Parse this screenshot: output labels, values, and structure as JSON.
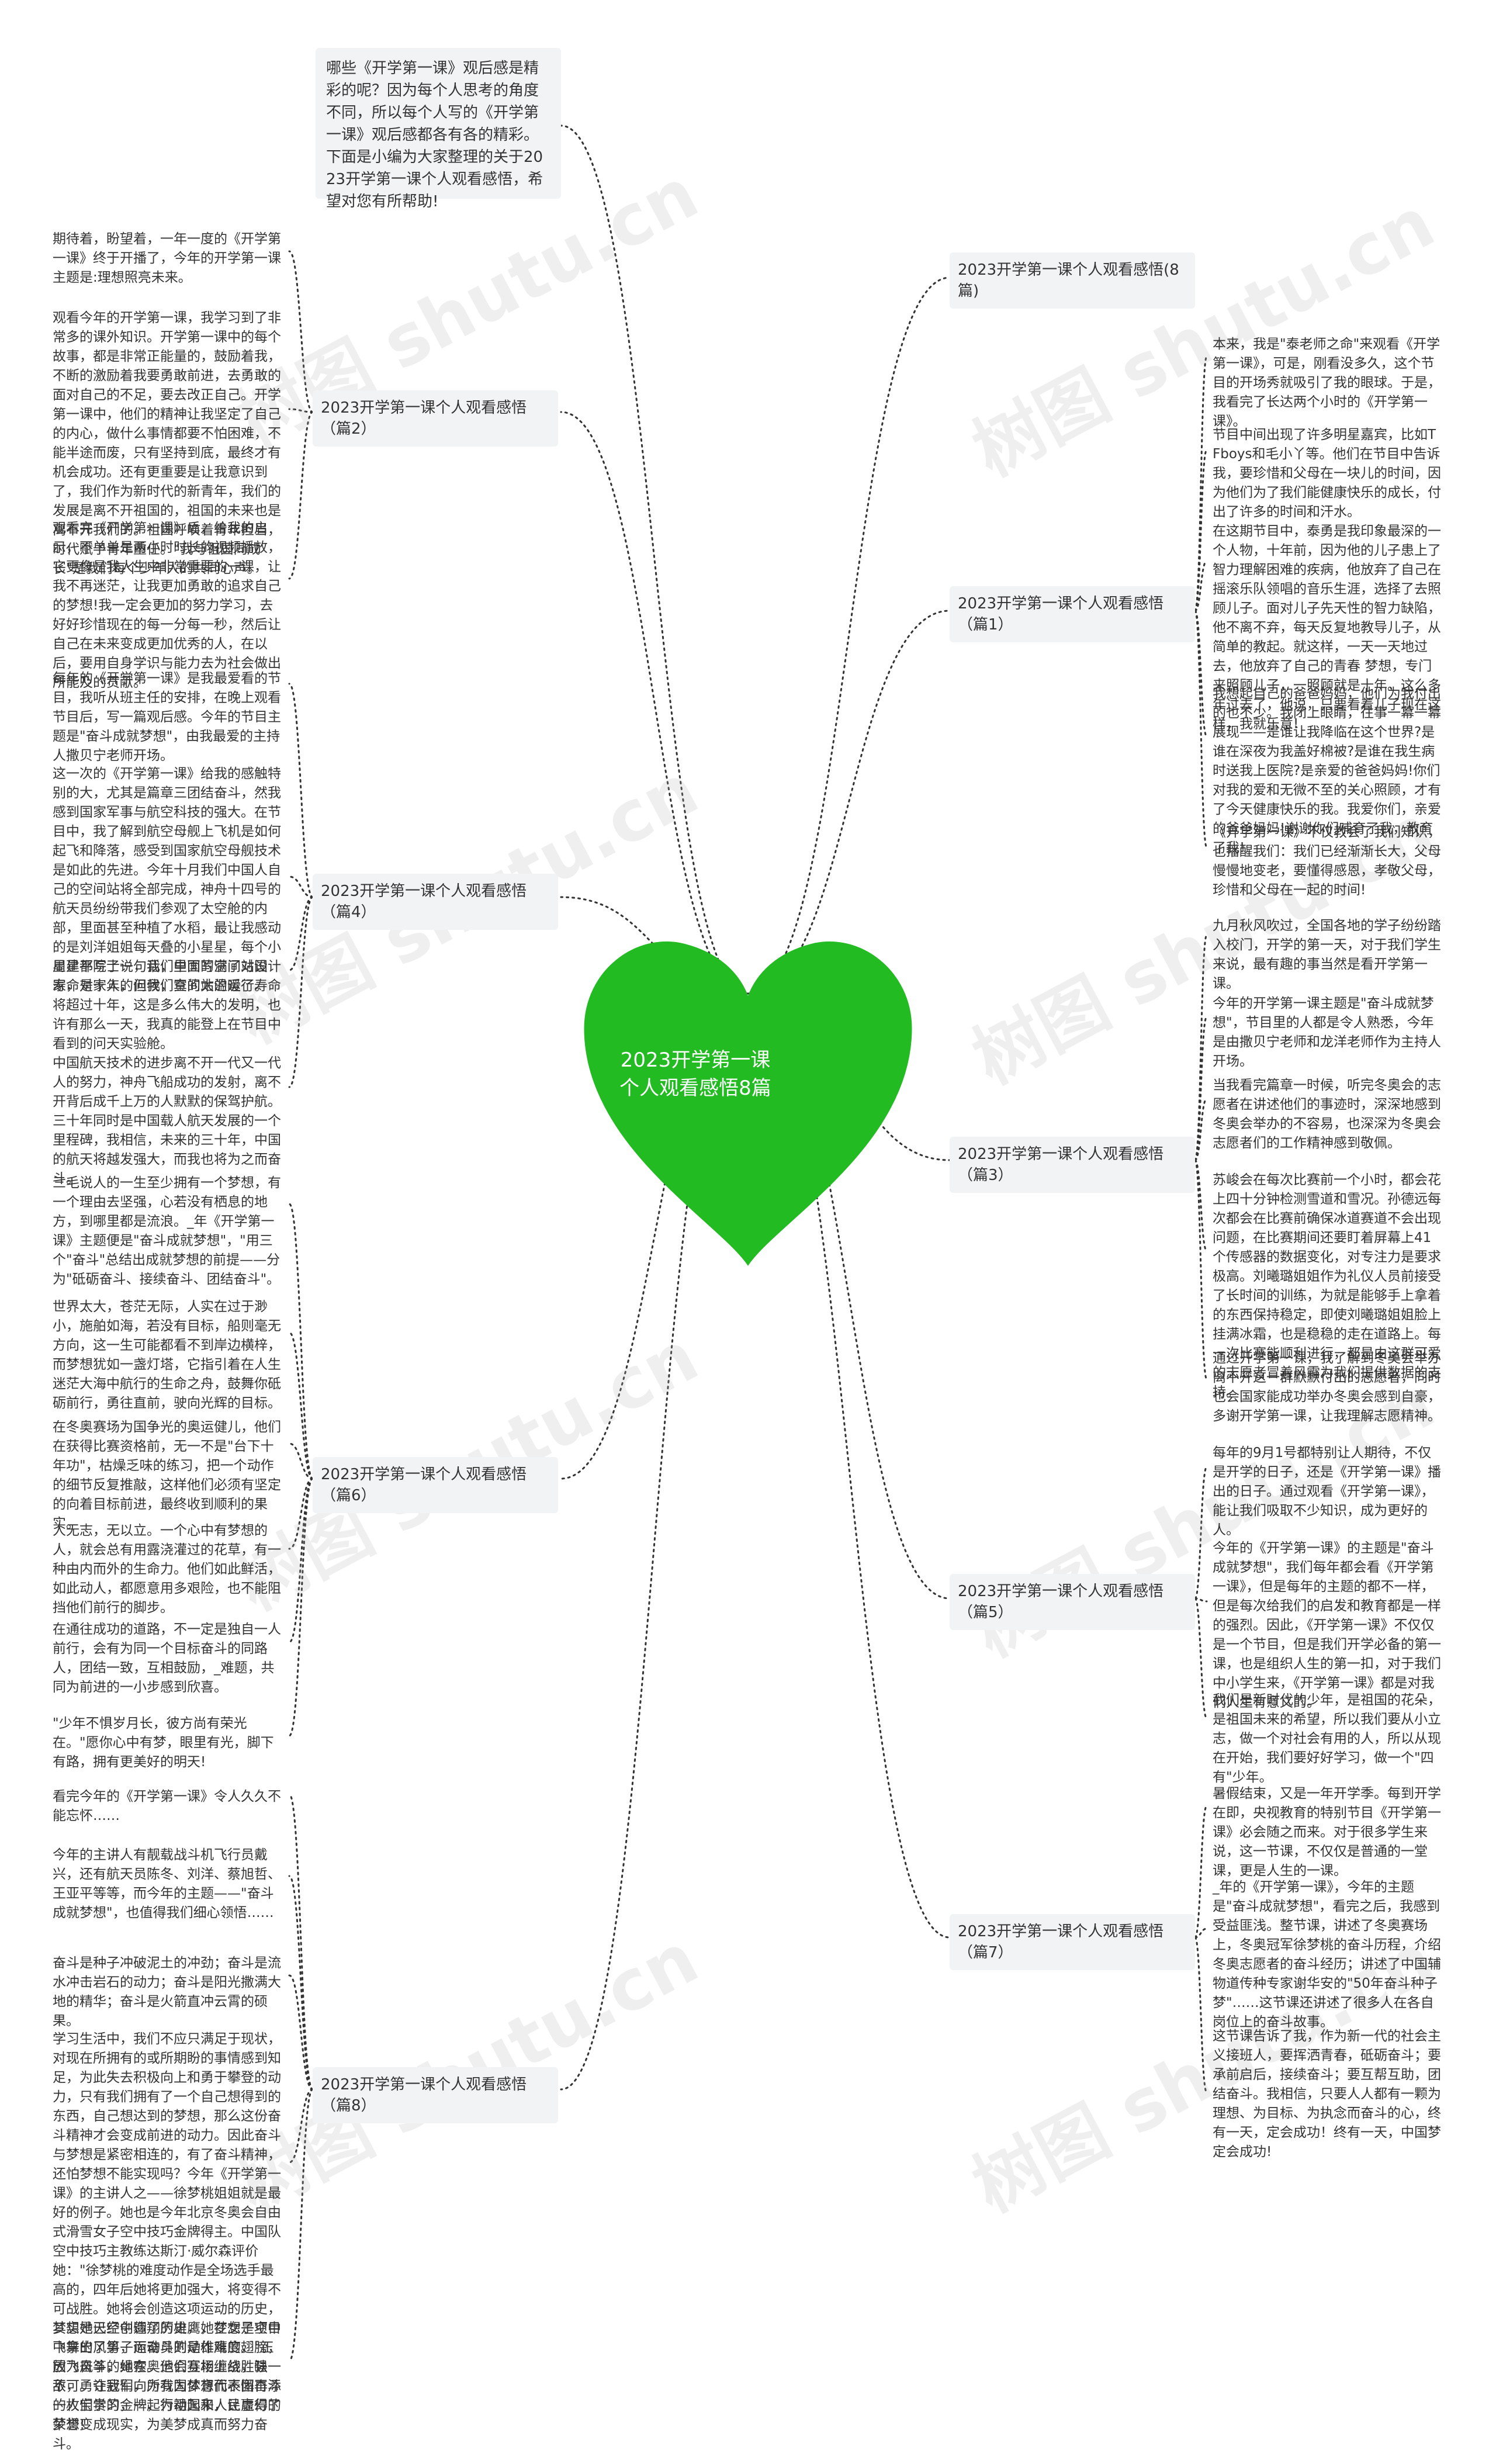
{
  "center": {
    "label": "2023开学第一课个人观看感悟8篇",
    "color": "#22bb22"
  },
  "watermark": "树图 shutu.cn",
  "intro": "哪些《开学第一课》观后感是精彩的呢？因为每个人思考的角度不同，所以每个人写的《开学第一课》观后感都各有各的精彩。下面是小编为大家整理的关于2023开学第一课个人观看感悟，希望对您有所帮助!",
  "branches": {
    "b8": "2023开学第一课个人观看感悟(8篇)",
    "p1": "2023开学第一课个人观看感悟（篇1）",
    "p2": "2023开学第一课个人观看感悟（篇2）",
    "p3": "2023开学第一课个人观看感悟（篇3）",
    "p4": "2023开学第一课个人观看感悟（篇4）",
    "p5": "2023开学第一课个人观看感悟（篇5）",
    "p6": "2023开学第一课个人观看感悟（篇6）",
    "p7": "2023开学第一课个人观看感悟（篇7）",
    "p8": "2023开学第一课个人观看感悟（篇8）"
  },
  "leaves": {
    "p2": [
      "期待着，盼望着，一年一度的《开学第一课》终于开播了，今年的开学第一课主题是:理想照亮未来。",
      "观看今年的开学第一课，我学习到了非常多的课外知识。开学第一课中的每个故事，都是非常正能量的，鼓励着我，不断的激励着我要勇敢前进，去勇敢的面对自己的不足，要去改正自己。开学第一课中，他们的精神让我坚定了自己的内心，做什么事情都要不怕困难，不能半途而废，只有坚持到底，最终才有机会成功。还有更重要是让我意识到了，我们作为新时代的新青年，我们的发展是离不开祖国的，祖国的未来也是离不开我们的。祖国呼唤着青年担当，时代赋予青年重任。\"我与祖国同成长\"是我们每个少年人的共同心声。",
      "观看完《开学第一课》后，给我的启示，不单单是两小时时长的视频播放，它更像是我人生中非常重要的一课，让我不再迷茫，让我更加勇敢的追求自己的梦想!我一定会更加的努力学习，去好好珍惜现在的每一分每一秒，然后让自己在未来变成更加优秀的人，在以后，要用自身学识与能力去为社会做出所能及的贡献。"
    ],
    "p4": [
      "每年的《开学第一课》是我最爱看的节目，我听从班主任的安排，在晚上观看节目后，写一篇观后感。今年的节目主题是\"奋斗成就梦想\"，由我最爱的主持人撒贝宁老师开场。",
      "这一次的《开学第一课》给我的感触特别的大，尤其是篇章三团结奋斗，然我感到国家军事与航空科技的强大。在节目中，我了解到航空母舰上飞机是如何起飞和降落，感受到国家航空母舰技术是如此的先进。今年十月我们中国人自己的空间站将全部完成，神舟十四号的航天员纷纷带我们参观了太空舱的内部，里面甚至种植了水稻，最让我感动的是刘洋姐姐每天叠的小星星，每个小星星都写了一句话，里面写满了对国家，对家人的问候，真的太温暖了。",
      "周建平院士说，我们中国的空间站设计寿命是十年，但我们空间站的运行寿命将超过十年，这是多么伟大的发明，也许有那么一天，我真的能登上在节目中看到的问天实验舱。",
      "中国航天技术的进步离不开一代又一代人的努力，神舟飞船成功的发射，离不开背后成千上万的人默默的保驾护航。三十年同时是中国载人航天发展的一个里程碑，我相信，未来的三十年，中国的航天将越发强大，而我也将为之而奋斗。"
    ],
    "p6": [
      "三毛说人的一生至少拥有一个梦想，有一个理由去坚强，心若没有栖息的地方，到哪里都是流浪。_年《开学第一课》主题便是\"奋斗成就梦想\"，\"用三个\"奋斗\"总结出成就梦想的前提——分为\"砥砺奋斗、接续奋斗、团结奋斗\"。",
      "世界太大，苍茫无际，人实在过于渺小，施舶如海，若没有目标，船则毫无方向，这一生可能都看不到岸边横梓，而梦想犹如一盏灯塔，它指引着在人生迷茫大海中航行的生命之舟，鼓舞你砥砺前行，勇往直前，驶向光辉的目标。",
      "在冬奥赛场为国争光的奥运健儿，他们在获得比赛资格前，无一不是\"台下十年功\"，枯燥乏味的练习，把一个动作的细节反复推敲，这样他们必须有坚定的向着目标前进，最终收到顺利的果实。",
      "人无志，无以立。一个心中有梦想的人，就会总有用露浇灌过的花草，有一种由内而外的生命力。他们如此鲜活，如此动人，都愿意用多艰险，也不能阻挡他们前行的脚步。",
      "在通往成功的道路，不一定是独自一人前行，会有为同一个目标奋斗的同路人，团结一致，互相鼓励，_难题，共同为前进的一小步感到欣喜。",
      "\"少年不惧岁月长，彼方尚有荣光在。\"愿你心中有梦，眼里有光，脚下有路，拥有更美好的明天!"
    ],
    "p8": [
      "看完今年的《开学第一课》令人久久不能忘怀……",
      "今年的主讲人有靓载战斗机飞行员戴兴，还有航天员陈冬、刘洋、蔡旭哲、王亚平等等，而今年的主题——\"奋斗成就梦想\"，也值得我们细心领悟……",
      "奋斗是种子冲破泥土的冲劲；奋斗是流水冲击岩石的动力；奋斗是阳光撒满大地的精华；奋斗是火箭直冲云霄的硕果。",
      "学习生活中，我们不应只满足于现状，对现在所拥有的或所期盼的事情感到知足，为此失去积极向上和勇于攀登的动力，只有我们拥有了一个自己想得到的东西，自己想达到的梦想，那么这份奋斗精神才会变成前进的动力。因此奋斗与梦想是紧密相连的，有了奋斗精神，还怕梦想不能实现吗？今年《开学第一课》的主讲人之——徐梦桃姐姐就是最好的例子。她也是今年北京冬奥会自由式滑雪女子空中技巧金牌得主。中国队空中技巧主教练达斯汀·威尔森评价她：\"徐梦桃的难度动作是全场选手最高的，四年后她将更加强大，将变得不可战胜。她将会创造这项运动的历史，其实她已经创造了历史，她在女子项目中拿出了男子运动员的动作难度。\"正因为奋斗，她在奥运会赛场上战胜强敌，勇夺冠军，为我国体育代表团再添一枚宝贵的金牌，为祖国和人民赢得了荣誉!",
      "梦想是天空中翱翔的雄鹰，梦想是空中飞舞的风筝，而奋斗则是雄鹰的翅膀，放飞风筝的绳索。他们互相缠绕，缺一不可。让我们向所有为梦想而不懈奋斗的人们学习，一起行动起来，让虚幻的梦想变成现实，为美梦成真而努力奋斗。"
    ],
    "p1": [
      "本来，我是\"泰老师之命\"来观看《开学第一课》，可是，刚看没多久，这个节目的开场秀就吸引了我的眼球。于是，我看完了长达两个小时的《开学第一课》。",
      "节目中间出现了许多明星嘉宾，比如TFboys和毛小丫等。他们在节目中告诉我，要珍惜和父母在一块儿的时间，因为他们为了我们能健康快乐的成长，付出了许多的时间和汗水。",
      "在这期节目中，泰勇是我印象最深的一个人物，十年前，因为他的儿子患上了智力理解困难的疾病，他放弃了自己在摇滚乐队领唱的音乐生涯，选择了去照顾儿子。面对儿子先天性的智力缺陷，他不离不弃，每天反复地教导儿子，从简单的教起。就这样，一天一天地过去，他放弃了自己的青春 梦想，专门来照顾儿子，一照顾就是十年。这么多年过去了，他说，只要看着儿子现在这样，我就乐意!",
      "我想起自己的爸爸妈妈，他们为我付出的也不少。我闭上眼睛，往事一幕一幕展现——是谁让我降临在这个世界?是谁在深夜为我盖好棉被?是谁在我生病时送我上医院?是亲爱的爸爸妈妈!你们对我的爱和无微不至的关心照顾，才有了今天健康快乐的我。我爱你们，亲爱的爸爸妈妈!谢谢你们哺育了我，教育了我!",
      "《开学第一课》不仅教会了我们知识，也播醒我们：我们已经渐渐长大，父母慢慢地变老，要懂得感恩，孝敬父母，珍惜和父母在一起的时间!"
    ],
    "p3": [
      "九月秋风吹过，全国各地的学子纷纷踏入校门，开学的第一天，对于我们学生来说，最有趣的事当然是看开学第一课。",
      "今年的开学第一课主题是\"奋斗成就梦想\"，节目里的人都是令人熟悉，今年是由撒贝宁老师和龙洋老师作为主持人开场。",
      "当我看完篇章一时候，听完冬奥会的志愿者在讲述他们的事迹时，深深地感到冬奥会举办的不容易，也深深为冬奥会志愿者们的工作精神感到敬佩。",
      "苏峻会在每次比赛前一个小时，都会花上四十分钟检测雪道和雪况。孙德远每次都会在比赛前确保冰道赛道不会出现问题，在比赛期间还要盯着屏幕上41个传感器的数据变化，对专注力是要求极高。刘曦璐姐姐作为礼仪人员前接受了长时间的训练，为就是能够手上拿着的东西保持稳定，即使刘曦璐姐姐脸上挂满冰霜，也是稳稳的走在道路上。每一次比赛能顺利进行，都是由这群可爱的志愿者冒着风霜为我们提供数据的支持。",
      "通过开学第一课，我了解到冬奥会举办离不开这一群默默付出的志愿者，同时也会国家能成功举办冬奥会感到自豪，多谢开学第一课，让我理解志愿精神。"
    ],
    "p5": [
      "每年的9月1号都特别让人期待，不仅是开学的日子，还是《开学第一课》播出的日子。通过观看《开学第一课》，能让我们吸取不少知识，成为更好的人。",
      "今年的《开学第一课》的主题是\"奋斗成就梦想\"，我们每年都会看《开学第一课》，但是每年的主题的都不一样，但是每次给我们的启发和教育都是一样的强烈。因此，《开学第一课》不仅仅是一个节目，但是我们开学必备的第一课，也是组织人生的第一扣，对于我们中小学生来，《开学第一课》都是对我们人生有意义的。",
      "我们是新时代的少年，是祖国的花朵，是祖国未来的希望，所以我们要从小立志，做一个对社会有用的人，所以从现在开始，我们要好好学习，做一个\"四有\"少年。"
    ],
    "p7": [
      "暑假结束，又是一年开学季。每到开学在即，央视教育的特别节目《开学第一课》必会随之而来。对于很多学生来说，这一节课，不仅仅是普通的一堂课，更是人生的一课。",
      "_年的《开学第一课》，今年的主题是\"奋斗成就梦想\"，看完之后，我感到受益匪浅。整节课，讲述了冬奥赛场上，冬奥冠军徐梦桃的奋斗历程，介绍冬奥志愿者的奋斗经历；讲述了中国辅物道传种专家谢华安的\"50年奋斗种子梦\"……这节课还讲述了很多人在各自岗位上的奋斗故事。",
      "这节课告诉了我，作为新一代的社会主义接班人，要挥洒青春，砥砺奋斗；要承前启后，接续奋斗；要互帮互助，团结奋斗。我相信，只要人人都有一颗为理想、为目标、为执念而奋斗的心，终有一天，定会成功！终有一天，中国梦定会成功!"
    ]
  }
}
